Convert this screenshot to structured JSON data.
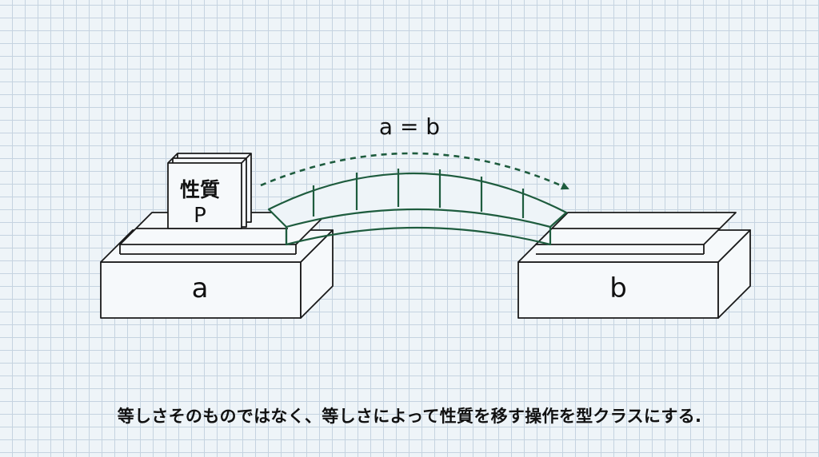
{
  "equation": "a = b",
  "property_box": {
    "line1": "性質",
    "line2": "P"
  },
  "block_left": {
    "label": "a"
  },
  "block_right": {
    "label": "b"
  },
  "caption": "等しさそのものではなく、等しさによって性質を移す操作を型クラスにする.",
  "colors": {
    "bridge": "#1e5c3e",
    "line": "#1a1a1a",
    "grid": "#c5d3e0",
    "background": "#eef4f8"
  }
}
